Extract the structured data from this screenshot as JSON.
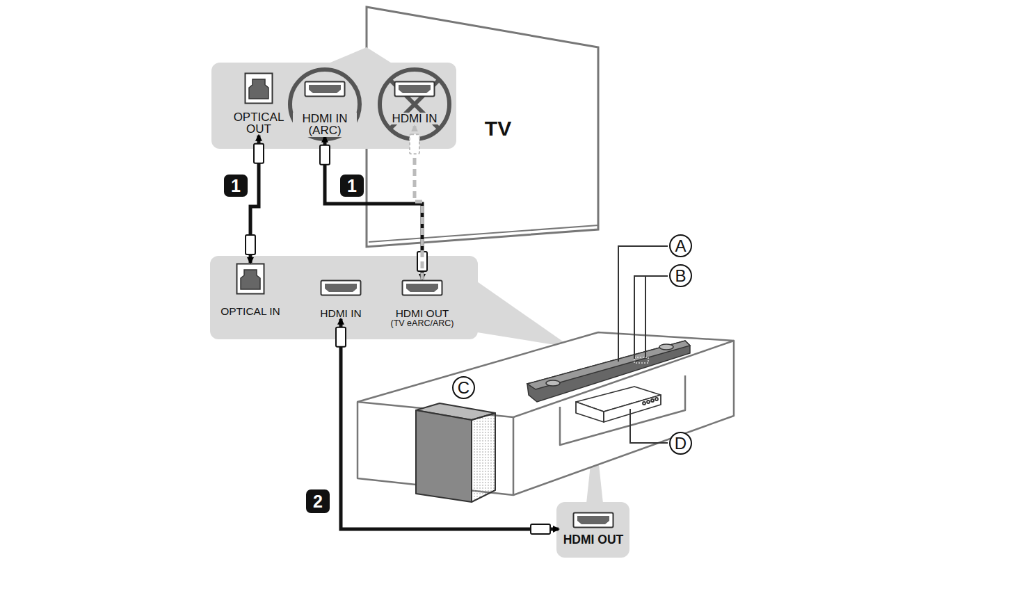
{
  "diagram": {
    "nodes": [
      {
        "text": [
          "TV"
        ]
      },
      {
        "text": [
          "OPTICAL OUT"
        ]
      },
      {
        "text": [
          "HDMI IN (ARC)"
        ]
      },
      {
        "text": [
          "HDMI IN"
        ]
      },
      {
        "text": [
          "OPTICAL IN"
        ]
      },
      {
        "text": [
          "HDMI IN"
        ]
      },
      {
        "text": [
          "HDMI OUT",
          "(TV eARC/ARC)"
        ]
      },
      {
        "text": [
          "HDMI OUT"
        ]
      }
    ],
    "edges": [
      {
        "from": 1,
        "to": 4,
        "arrow": "both"
      },
      {
        "from": 2,
        "to": 6,
        "arrow": "both"
      },
      {
        "from": 6,
        "to": 3,
        "arrow": "to"
      },
      {
        "from": 5,
        "to": 7,
        "arrow": "both"
      }
    ],
    "labels": [
      "1",
      "1",
      "2",
      "A",
      "B",
      "C",
      "D"
    ]
  }
}
